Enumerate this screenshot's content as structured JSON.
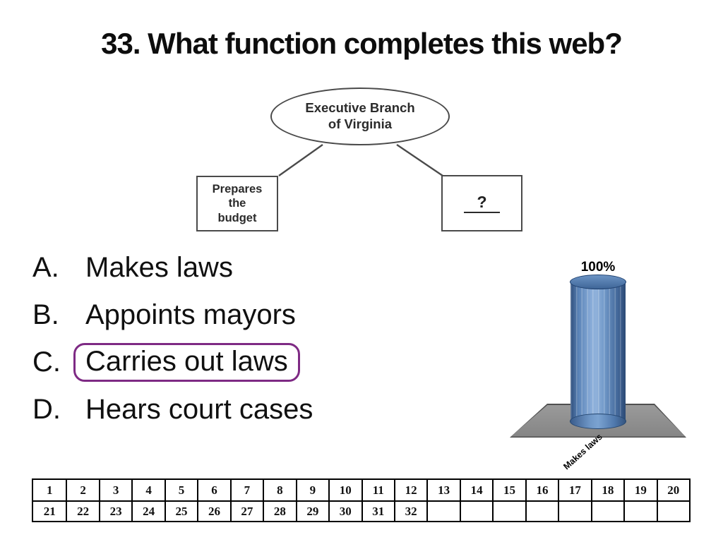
{
  "slide": {
    "title": "33. What function completes this web?"
  },
  "diagram": {
    "root": {
      "line1": "Executive Branch",
      "line2": "of Virginia"
    },
    "left_box": {
      "line1": "Prepares",
      "line2": "the",
      "line3": "budget"
    },
    "right_box": {
      "question_mark": "?"
    }
  },
  "options": [
    {
      "letter": "A.",
      "label": "Makes laws",
      "selected": false
    },
    {
      "letter": "B.",
      "label": "Appoints mayors",
      "selected": false
    },
    {
      "letter": "C.",
      "label": "Carries out laws",
      "selected": true
    },
    {
      "letter": "D.",
      "label": "Hears court cases",
      "selected": false
    }
  ],
  "chart_data": {
    "type": "bar",
    "subtype": "3d-cylinder",
    "categories": [
      "Makes laws"
    ],
    "values": [
      100
    ],
    "data_labels": [
      "100%"
    ],
    "unit": "%",
    "ylim": [
      0,
      100
    ],
    "bar_color": "#4f81bd",
    "platform_color": "#8c8c8c",
    "legend": "off",
    "grid": "off"
  },
  "answer_table": {
    "rows": [
      [
        "1",
        "2",
        "3",
        "4",
        "5",
        "6",
        "7",
        "8",
        "9",
        "10",
        "11",
        "12",
        "13",
        "14",
        "15",
        "16",
        "17",
        "18",
        "19",
        "20"
      ],
      [
        "21",
        "22",
        "23",
        "24",
        "25",
        "26",
        "27",
        "28",
        "29",
        "30",
        "31",
        "32",
        "",
        "",
        "",
        "",
        "",
        "",
        "",
        ""
      ]
    ]
  },
  "colors": {
    "highlight_purple": "#7e2a84",
    "diagram_stroke": "#4a4a4a",
    "text": "#111111",
    "background": "#ffffff"
  }
}
